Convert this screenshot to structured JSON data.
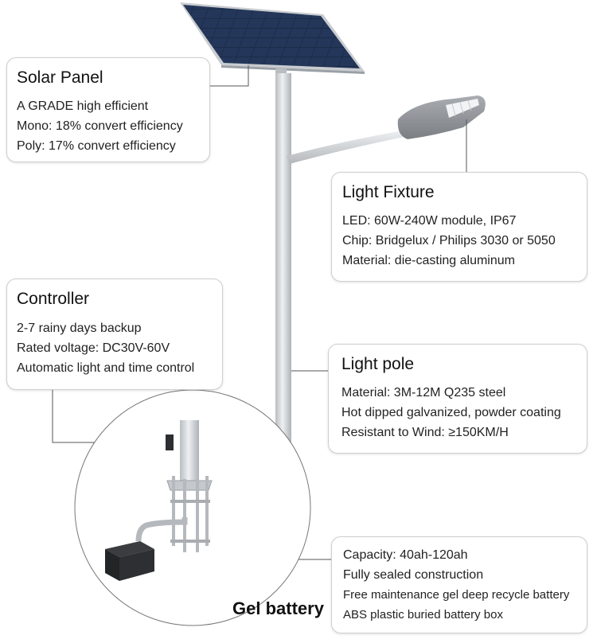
{
  "solar_panel": {
    "title": "Solar Panel",
    "lines": [
      "A GRADE high efficient",
      "Mono: 18% convert efficiency",
      "Poly: 17% convert efficiency"
    ]
  },
  "light_fixture": {
    "title": "Light Fixture",
    "lines": [
      "LED: 60W-240W module, IP67",
      "Chip: Bridgelux / Philips 3030 or 5050",
      "Material: die-casting aluminum"
    ]
  },
  "controller": {
    "title": "Controller",
    "lines": [
      "2-7 rainy days backup",
      "Rated voltage: DC30V-60V",
      "Automatic light and time control"
    ]
  },
  "light_pole": {
    "title": "Light pole",
    "lines": [
      "Material: 3M-12M Q235 steel",
      "Hot dipped galvanized, powder coating",
      "Resistant to Wind: ≥150KM/H"
    ]
  },
  "gel_battery": {
    "title": "Gel battery",
    "lines": [
      "Capacity: 40ah-120ah",
      "Fully sealed construction",
      "Free maintenance gel deep recycle battery",
      "ABS plastic buried battery box"
    ]
  },
  "colors": {
    "pole": "#d6d9dc",
    "panel": "#1b2a44",
    "panel_frame": "#c9ccd0",
    "fixture": "#8e9297",
    "leader_line": "#555555",
    "box_border": "#cfcfcf"
  }
}
